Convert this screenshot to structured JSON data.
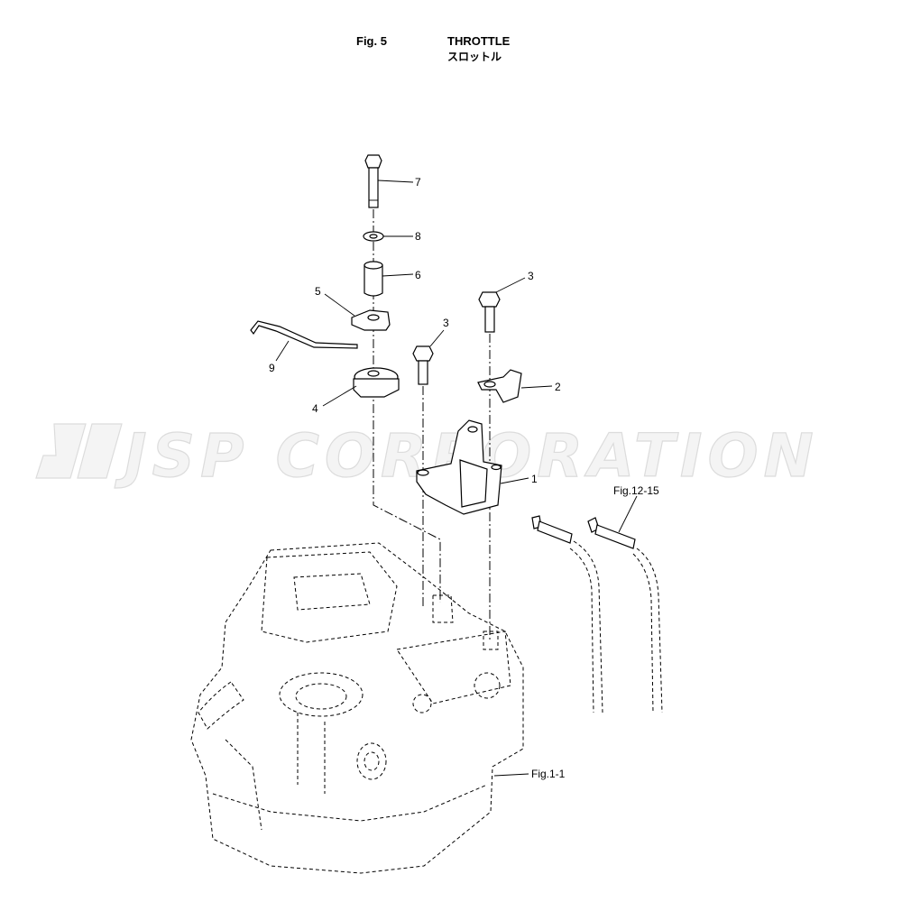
{
  "header": {
    "fig_number": "Fig. 5",
    "title": "THROTTLE",
    "title_jp": "スロットル"
  },
  "watermark": {
    "text": "JSP CORPORATION"
  },
  "callouts": [
    {
      "id": "1",
      "text": "1"
    },
    {
      "id": "2",
      "text": "2"
    },
    {
      "id": "3a",
      "text": "3"
    },
    {
      "id": "3b",
      "text": "3"
    },
    {
      "id": "4",
      "text": "4"
    },
    {
      "id": "5",
      "text": "5"
    },
    {
      "id": "6",
      "text": "6"
    },
    {
      "id": "7",
      "text": "7"
    },
    {
      "id": "8",
      "text": "8"
    },
    {
      "id": "9",
      "text": "9"
    }
  ],
  "references": {
    "cables": "Fig.12-15",
    "engine": "Fig.1-1"
  }
}
